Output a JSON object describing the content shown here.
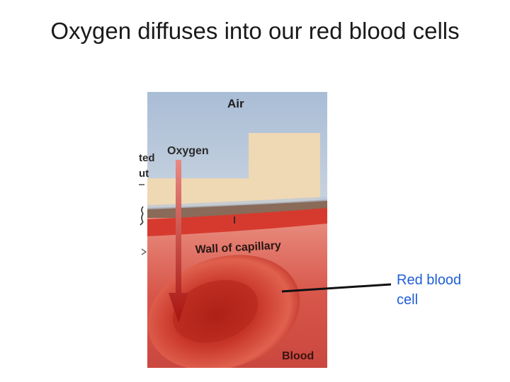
{
  "slide": {
    "title": "Oxygen diffuses into our red blood cells"
  },
  "diagram": {
    "labels": {
      "air": "Air",
      "oxygen": "Oxygen",
      "capillary_wall": "Wall of capillary",
      "blood": "Blood",
      "cut_off_fragment_1": "ted",
      "cut_off_fragment_2": "ut"
    },
    "colors": {
      "air": "#b7c7dc",
      "tissue": "#efd8b4",
      "capillary_wall": "#d63a2e",
      "blood": "#d8574b",
      "red_blood_cell": "#c0291f",
      "oxygen_arrow": "#b51e1a"
    }
  },
  "callout": {
    "line1": "Red blood",
    "line2": "cell",
    "color": "#1f5ed6"
  }
}
